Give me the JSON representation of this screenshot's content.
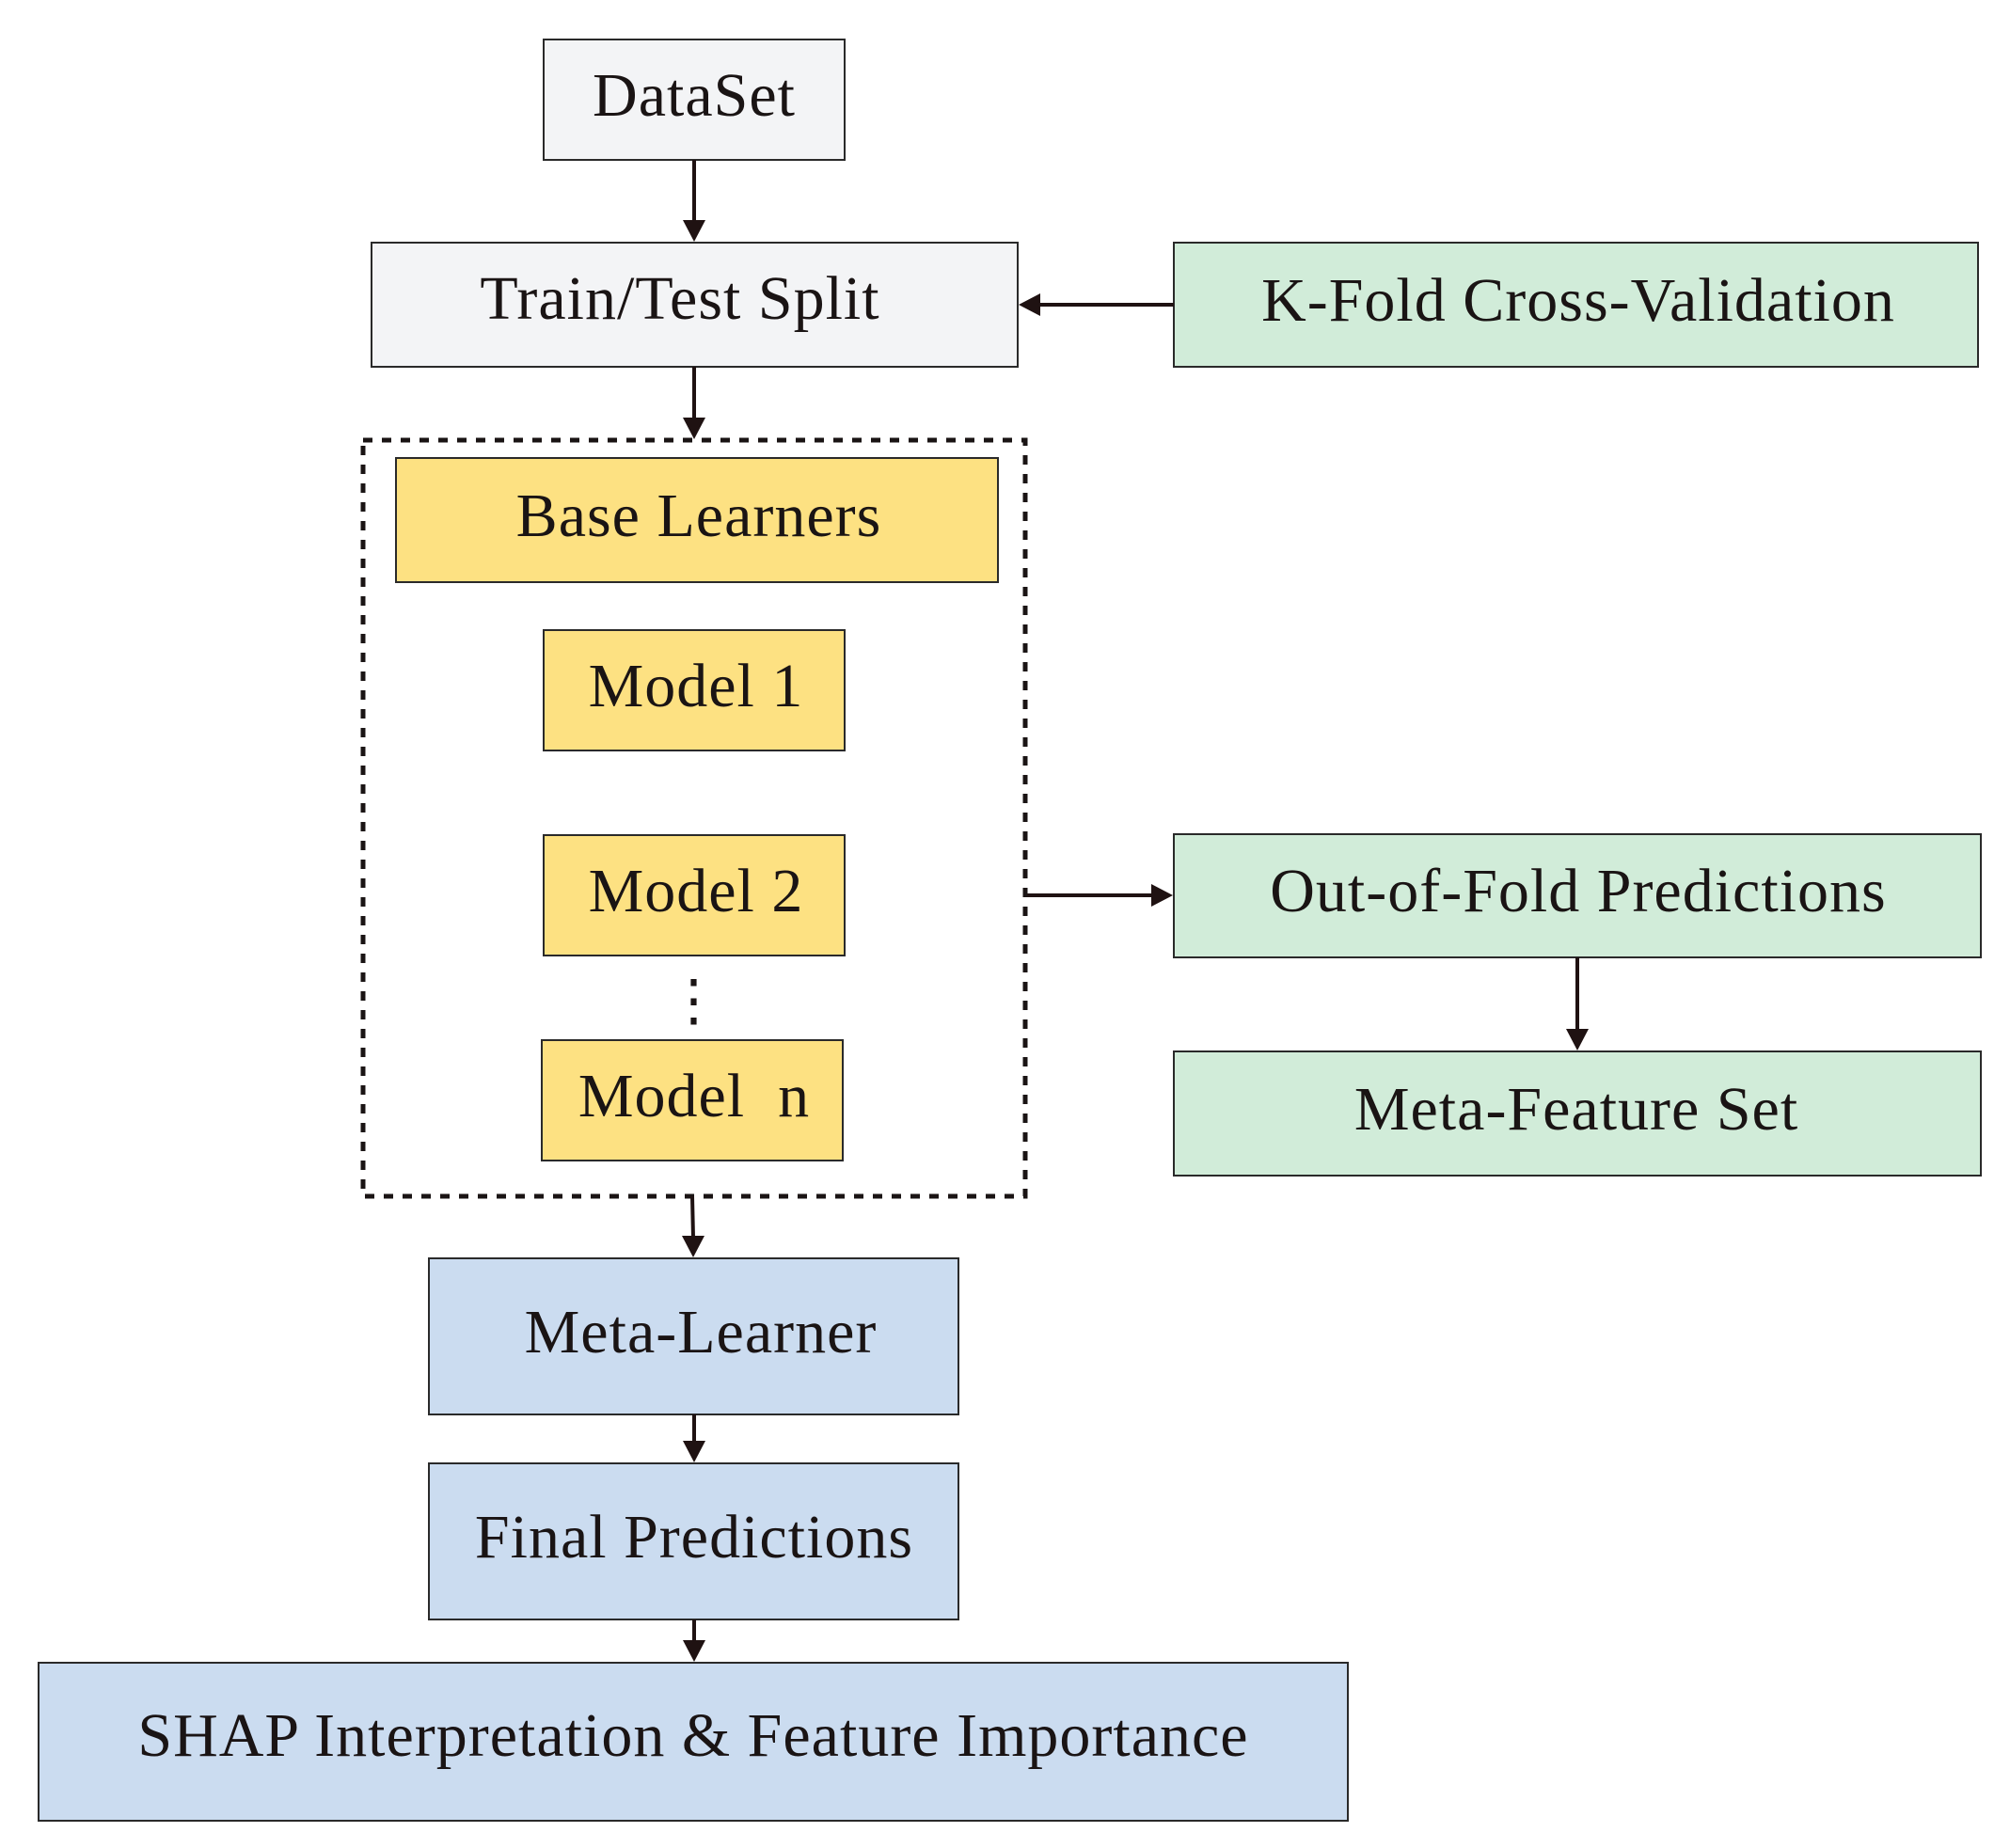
{
  "colors": {
    "grey_fill": "#f3f4f6",
    "green_fill": "#d1ecd9",
    "yellow_fill": "#fde182",
    "blue_fill": "#cbdcf0",
    "arrow": "#1f1212",
    "text": "#1a1414"
  },
  "nodes": {
    "dataset": "DataSet",
    "split": "Train/Test Split",
    "kfold": "K-Fold Cross-Validation",
    "base_learners": "Base Learners",
    "model_1": "Model 1",
    "model_2": "Model 2",
    "ellipsis": "⋮",
    "model_n": "Model  n",
    "oof": "Out-of-Fold Predictions",
    "meta_features": "Meta-Feature Set",
    "meta_learner": "Meta-Learner",
    "final": "Final Predictions",
    "shap": "SHAP Interpretation & Feature Importance"
  }
}
